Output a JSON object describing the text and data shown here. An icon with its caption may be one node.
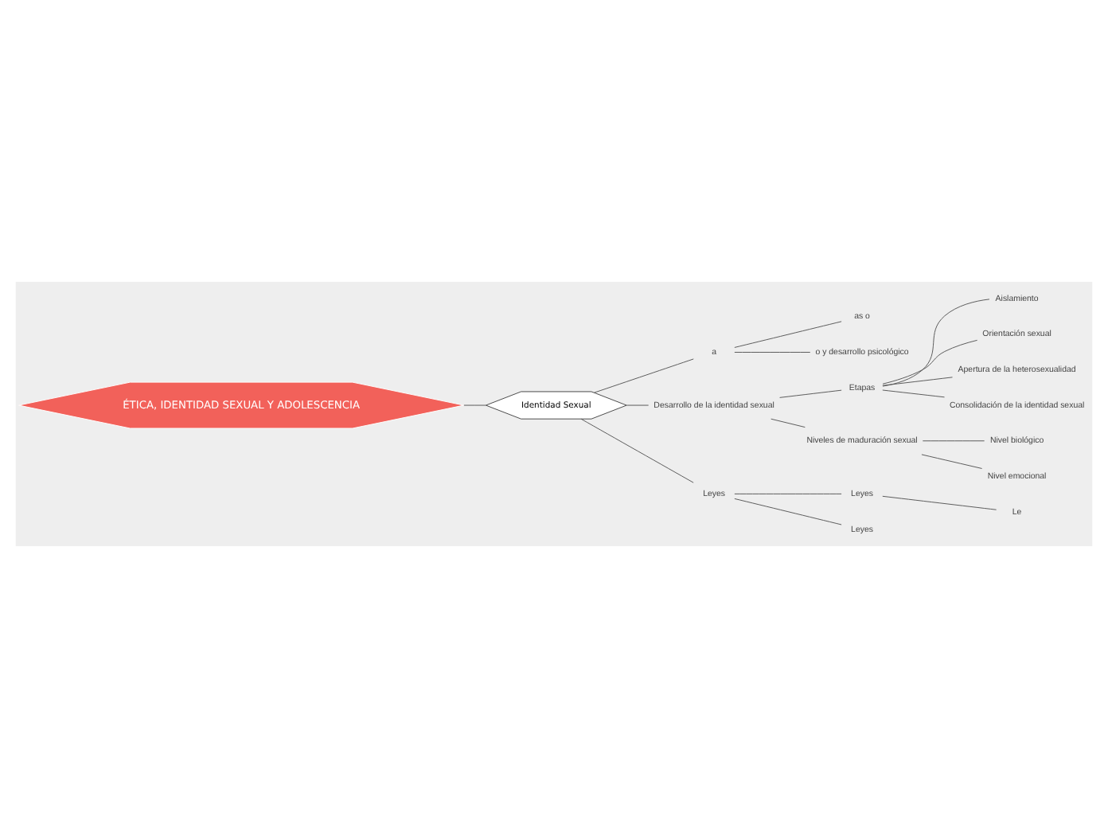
{
  "diagram": {
    "nodes": [
      {
        "text": [
          "ÉTICA, IDENTIDAD SEXUAL Y ADOLESCENCIA"
        ]
      },
      {
        "text": [
          "Identidad Sexual"
        ]
      },
      {
        "text": [
          "a"
        ]
      },
      {
        "text": [
          "as o"
        ]
      },
      {
        "text": [
          "o y desarrollo psicológico"
        ]
      },
      {
        "text": [
          "Desarrollo de la identidad sexual"
        ]
      },
      {
        "text": [
          "Etapas"
        ]
      },
      {
        "text": [
          "Aislamiento"
        ]
      },
      {
        "text": [
          "Orientación sexual"
        ]
      },
      {
        "text": [
          "Apertura de la heterosexualidad"
        ]
      },
      {
        "text": [
          "Consolidación de la identidad sexual"
        ]
      },
      {
        "text": [
          "Niveles de maduración sexual"
        ]
      },
      {
        "text": [
          "Nivel biológico"
        ]
      },
      {
        "text": [
          "Nivel emocional"
        ]
      },
      {
        "text": [
          "Leyes"
        ]
      },
      {
        "text": [
          "Leyes"
        ]
      },
      {
        "text": [
          "Le"
        ]
      },
      {
        "text": [
          "Leyes"
        ]
      }
    ],
    "edges": [
      {
        "from": 0,
        "to": 1,
        "arrow": "none"
      },
      {
        "from": 1,
        "to": 2,
        "arrow": "none"
      },
      {
        "from": 2,
        "to": 3,
        "arrow": "none"
      },
      {
        "from": 2,
        "to": 4,
        "arrow": "none"
      },
      {
        "from": 1,
        "to": 5,
        "arrow": "none"
      },
      {
        "from": 5,
        "to": 6,
        "arrow": "none"
      },
      {
        "from": 6,
        "to": 7,
        "arrow": "none"
      },
      {
        "from": 6,
        "to": 8,
        "arrow": "none"
      },
      {
        "from": 6,
        "to": 9,
        "arrow": "none"
      },
      {
        "from": 6,
        "to": 10,
        "arrow": "none"
      },
      {
        "from": 5,
        "to": 11,
        "arrow": "none"
      },
      {
        "from": 11,
        "to": 12,
        "arrow": "none"
      },
      {
        "from": 11,
        "to": 13,
        "arrow": "none"
      },
      {
        "from": 1,
        "to": 14,
        "arrow": "none"
      },
      {
        "from": 14,
        "to": 15,
        "arrow": "none"
      },
      {
        "from": 15,
        "to": 16,
        "arrow": "none"
      },
      {
        "from": 14,
        "to": 17,
        "arrow": "none"
      }
    ]
  }
}
